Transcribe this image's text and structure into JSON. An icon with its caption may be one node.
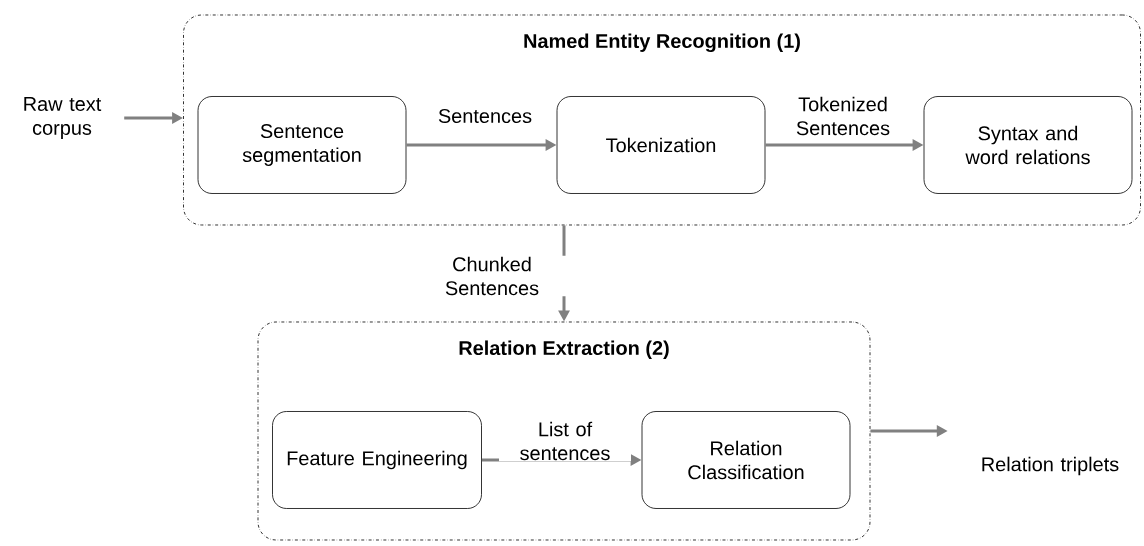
{
  "diagram": {
    "nodes": [
      {
        "text": [
          "Raw text corpus"
        ]
      },
      {
        "text": [
          "Named Entity Recognition (1)"
        ]
      },
      {
        "text": [
          "Sentence segmentation"
        ],
        "in": 1
      },
      {
        "text": [
          "Tokenization"
        ],
        "in": 1
      },
      {
        "text": [
          "Syntax and word relations"
        ],
        "in": 1
      },
      {
        "text": [
          "Relation Extraction (2)"
        ]
      },
      {
        "text": [
          "Feature Engineering"
        ],
        "in": 5
      },
      {
        "text": [
          "Relation Classification"
        ],
        "in": 5
      },
      {
        "text": [
          "Relation triplets"
        ]
      }
    ],
    "edges": [
      {
        "from": 0,
        "to": 1,
        "arrow": "to"
      },
      {
        "from": 2,
        "to": 3,
        "arrow": "to",
        "label": "Sentences"
      },
      {
        "from": 3,
        "to": 4,
        "arrow": "to",
        "label": "Tokenized Sentences"
      },
      {
        "from": 1,
        "to": 5,
        "arrow": "to",
        "label": "Chunked Sentences"
      },
      {
        "from": 6,
        "to": 7,
        "arrow": "to",
        "label": "List of sentences"
      },
      {
        "from": 5,
        "to": 8,
        "arrow": "to"
      }
    ]
  }
}
